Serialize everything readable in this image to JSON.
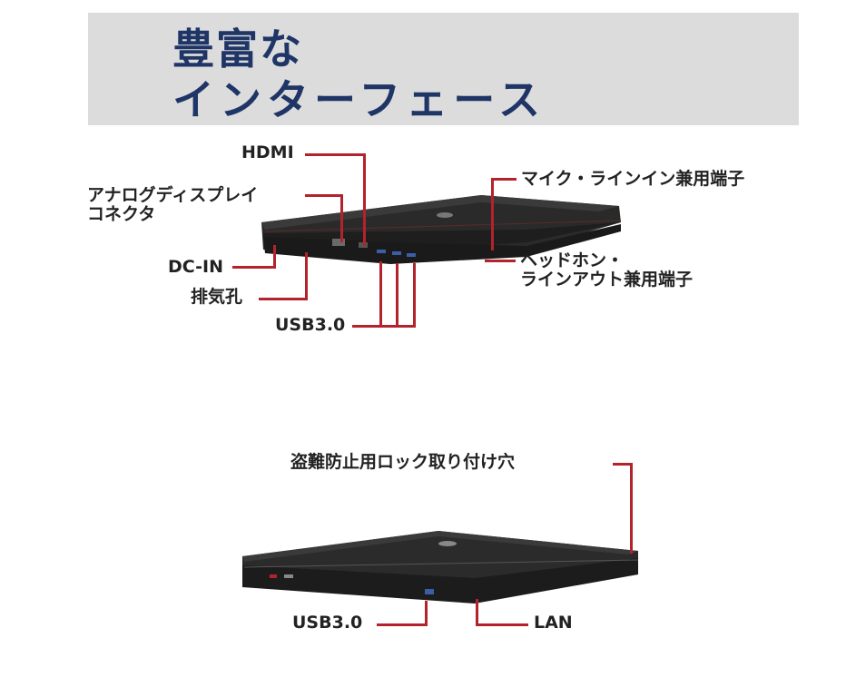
{
  "header": {
    "title_line1": "豊富な",
    "title_line2": "インターフェース"
  },
  "colors": {
    "banner_bg": "#dcdcdc",
    "title_text": "#1f3566",
    "callout_line": "#b3232c",
    "label_text": "#222222"
  },
  "top_view": {
    "labels": {
      "hdmi": "HDMI",
      "analog_display_1": "アナログディスプレイ",
      "analog_display_2": "コネクタ",
      "dc_in": "DC-IN",
      "exhaust": "排気孔",
      "usb": "USB3.0",
      "mic_line_in": "マイク・ラインイン兼用端子",
      "headphone_1": "ヘッドホン・",
      "headphone_2": "ラインアウト兼用端子"
    }
  },
  "bottom_view": {
    "labels": {
      "lock": "盗難防止用ロック取り付け穴",
      "usb": "USB3.0",
      "lan": "LAN"
    }
  }
}
